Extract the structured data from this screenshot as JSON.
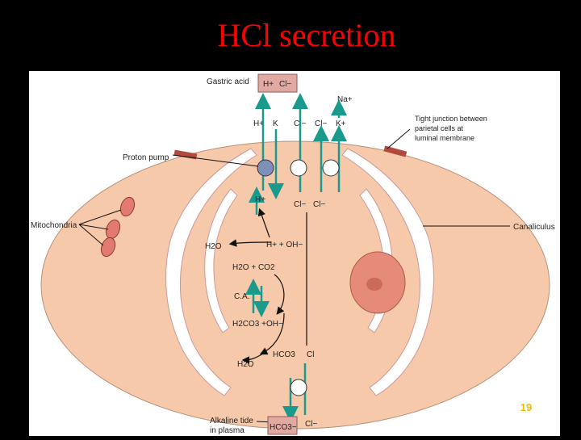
{
  "slide": {
    "title": "HCl secretion",
    "page_number": "19"
  },
  "diagram": {
    "lumen": {
      "label": "Gastric acid",
      "ion_h": "H+",
      "ion_cl": "Cl−"
    },
    "apical_ions": {
      "na": "Na+",
      "h": "H+",
      "k": "K",
      "cl1": "Cl−",
      "cl2": "Cl−",
      "k2": "K+"
    },
    "labels": {
      "tight_junction": [
        "Tight junction between",
        "parietal cells at",
        "luminal membrane"
      ],
      "proton_pump": "Proton pump",
      "mitochondria": "Mitochondria",
      "canaliculus": "Canaliculus",
      "alkaline_tide": [
        "Alkaline tide",
        "in plasma"
      ]
    },
    "reactions": {
      "h_plus": "H+",
      "cl_a": "Cl−",
      "cl_b": "Cl−",
      "h2o": "H2O",
      "h_oh": "H+ + OH−",
      "h2o_co2": "H2O + CO2",
      "ca": "C.A.",
      "h2co3": "H2CO3 +OH−",
      "h2o_b": "H2O",
      "hco3": "HCO3",
      "cl_c": "Cl",
      "plasma_hco3": "HCO3−",
      "plasma_cl": "Cl−"
    },
    "colors": {
      "cell_fill": "#f6c9aa",
      "arrow": "#1a9a8c",
      "pump": "#7e8fb8",
      "nucleus": "#e68a7a"
    }
  }
}
